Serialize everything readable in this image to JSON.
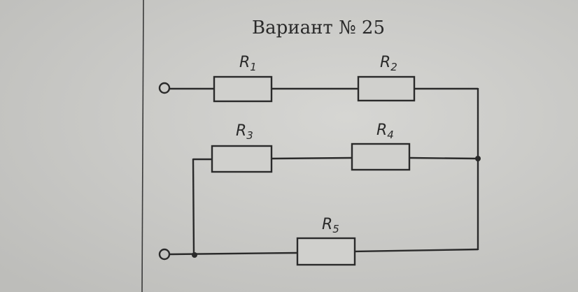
{
  "title": "Вариант № 25",
  "resistors": [
    {
      "name": "R",
      "index": "1"
    },
    {
      "name": "R",
      "index": "2"
    },
    {
      "name": "R",
      "index": "3"
    },
    {
      "name": "R",
      "index": "4"
    },
    {
      "name": "R",
      "index": "5"
    }
  ],
  "colors": {
    "paper": "#c9c9c6",
    "ink": "#2a2a2a"
  }
}
